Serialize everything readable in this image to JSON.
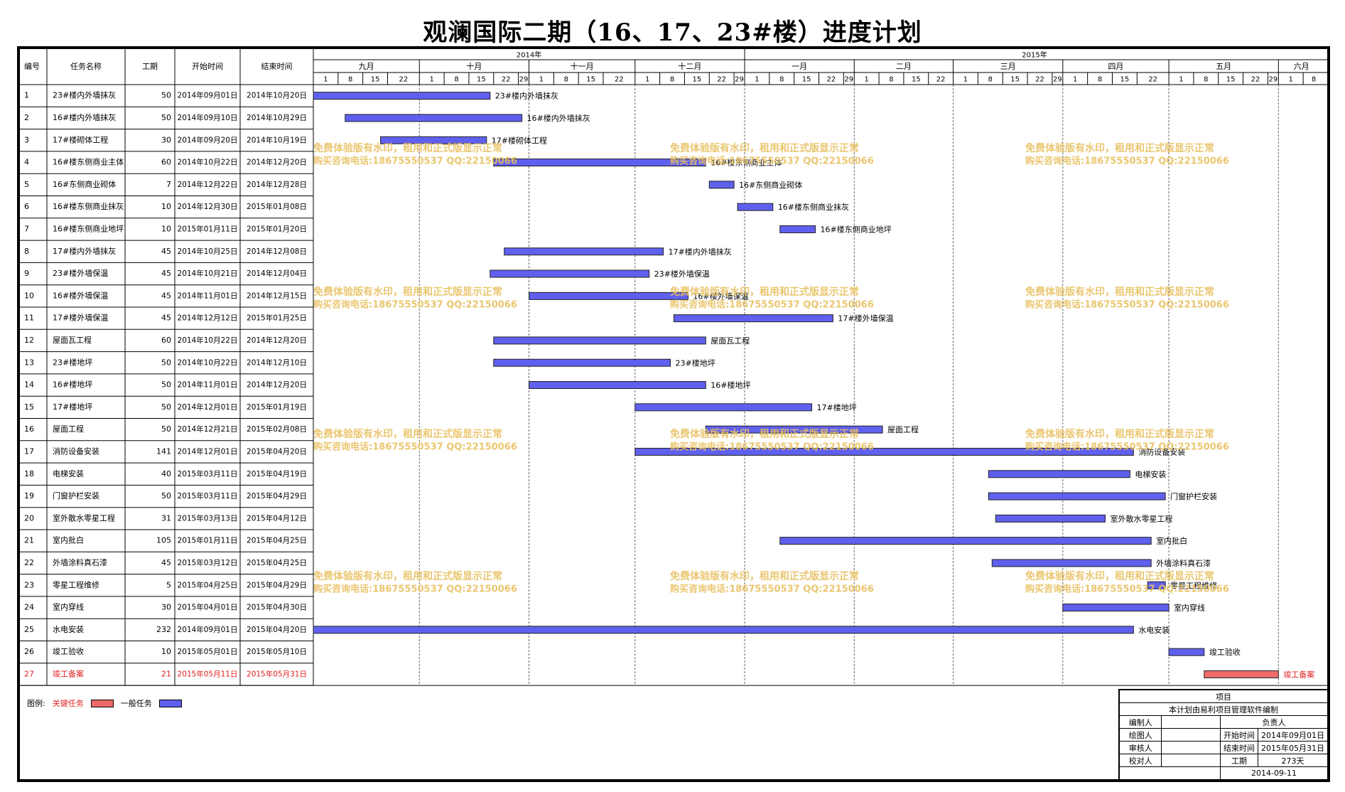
{
  "title": "观澜国际二期（16、17、23#楼）进度计划",
  "table_headers": {
    "no": "编号",
    "name": "任务名称",
    "duration": "工期",
    "start": "开始时间",
    "end": "结束时间"
  },
  "timescale": {
    "years": [
      "2014年",
      "2015年"
    ],
    "months": [
      "九月",
      "十月",
      "十一月",
      "十二月",
      "一月",
      "二月",
      "三月",
      "四月",
      "五月",
      "六月"
    ],
    "days": [
      [
        "1",
        "8",
        "15",
        "22"
      ],
      [
        "1",
        "8",
        "15",
        "22",
        "29"
      ],
      [
        "1",
        "8",
        "15",
        "22"
      ],
      [
        "1",
        "8",
        "15",
        "22",
        "29"
      ],
      [
        "1",
        "8",
        "15",
        "22",
        "29"
      ],
      [
        "1",
        "8",
        "15",
        "22"
      ],
      [
        "1",
        "8",
        "15",
        "22",
        "29"
      ],
      [
        "1",
        "8",
        "15",
        "22"
      ],
      [
        "1",
        "8",
        "15",
        "22",
        "29"
      ],
      [
        "1",
        "8"
      ]
    ]
  },
  "tasks": [
    {
      "no": "1",
      "name": "23#楼内外墙抹灰",
      "duration": "50",
      "start": "2014年09月01日",
      "end": "2014年10月20日",
      "critical": false
    },
    {
      "no": "2",
      "name": "16#楼内外墙抹灰",
      "duration": "50",
      "start": "2014年09月10日",
      "end": "2014年10月29日",
      "critical": false
    },
    {
      "no": "3",
      "name": "17#楼砌体工程",
      "duration": "30",
      "start": "2014年09月20日",
      "end": "2014年10月19日",
      "critical": false
    },
    {
      "no": "4",
      "name": "16#楼东侧商业主体",
      "duration": "60",
      "start": "2014年10月22日",
      "end": "2014年12月20日",
      "critical": false
    },
    {
      "no": "5",
      "name": "16#东侧商业砌体",
      "duration": "7",
      "start": "2014年12月22日",
      "end": "2014年12月28日",
      "critical": false
    },
    {
      "no": "6",
      "name": "16#楼东侧商业抹灰",
      "duration": "10",
      "start": "2014年12月30日",
      "end": "2015年01月08日",
      "critical": false
    },
    {
      "no": "7",
      "name": "16#楼东侧商业地坪",
      "duration": "10",
      "start": "2015年01月11日",
      "end": "2015年01月20日",
      "critical": false
    },
    {
      "no": "8",
      "name": "17#楼内外墙抹灰",
      "duration": "45",
      "start": "2014年10月25日",
      "end": "2014年12月08日",
      "critical": false
    },
    {
      "no": "9",
      "name": "23#楼外墙保温",
      "duration": "45",
      "start": "2014年10月21日",
      "end": "2014年12月04日",
      "critical": false
    },
    {
      "no": "10",
      "name": "16#楼外墙保温",
      "duration": "45",
      "start": "2014年11月01日",
      "end": "2014年12月15日",
      "critical": false
    },
    {
      "no": "11",
      "name": "17#楼外墙保温",
      "duration": "45",
      "start": "2014年12月12日",
      "end": "2015年01月25日",
      "critical": false
    },
    {
      "no": "12",
      "name": "屋面瓦工程",
      "duration": "60",
      "start": "2014年10月22日",
      "end": "2014年12月20日",
      "critical": false
    },
    {
      "no": "13",
      "name": "23#楼地坪",
      "duration": "50",
      "start": "2014年10月22日",
      "end": "2014年12月10日",
      "critical": false
    },
    {
      "no": "14",
      "name": "16#楼地坪",
      "duration": "50",
      "start": "2014年11月01日",
      "end": "2014年12月20日",
      "critical": false
    },
    {
      "no": "15",
      "name": "17#楼地坪",
      "duration": "50",
      "start": "2014年12月01日",
      "end": "2015年01月19日",
      "critical": false
    },
    {
      "no": "16",
      "name": "屋面工程",
      "duration": "50",
      "start": "2014年12月21日",
      "end": "2015年02月08日",
      "critical": false
    },
    {
      "no": "17",
      "name": "消防设备安装",
      "duration": "141",
      "start": "2014年12月01日",
      "end": "2015年04月20日",
      "critical": false
    },
    {
      "no": "18",
      "name": "电梯安装",
      "duration": "40",
      "start": "2015年03月11日",
      "end": "2015年04月19日",
      "critical": false
    },
    {
      "no": "19",
      "name": "门窗护栏安装",
      "duration": "50",
      "start": "2015年03月11日",
      "end": "2015年04月29日",
      "critical": false
    },
    {
      "no": "20",
      "name": "室外散水零星工程",
      "duration": "31",
      "start": "2015年03月13日",
      "end": "2015年04月12日",
      "critical": false
    },
    {
      "no": "21",
      "name": "室内批白",
      "duration": "105",
      "start": "2015年01月11日",
      "end": "2015年04月25日",
      "critical": false
    },
    {
      "no": "22",
      "name": "外墙涂料真石漆",
      "duration": "45",
      "start": "2015年03月12日",
      "end": "2015年04月25日",
      "critical": false
    },
    {
      "no": "23",
      "name": "零星工程维修",
      "duration": "5",
      "start": "2015年04月25日",
      "end": "2015年04月29日",
      "critical": false
    },
    {
      "no": "24",
      "name": "室内穿线",
      "duration": "30",
      "start": "2015年04月01日",
      "end": "2015年04月30日",
      "critical": false
    },
    {
      "no": "25",
      "name": "水电安装",
      "duration": "232",
      "start": "2014年09月01日",
      "end": "2015年04月20日",
      "critical": false
    },
    {
      "no": "26",
      "name": "竣工验收",
      "duration": "10",
      "start": "2015年05月01日",
      "end": "2015年05月10日",
      "critical": false
    },
    {
      "no": "27",
      "name": "竣工备案",
      "duration": "21",
      "start": "2015年05月11日",
      "end": "2015年05月31日",
      "critical": true
    }
  ],
  "watermark": {
    "line1": "免费体验版有水印，租用和正式版显示正常",
    "line2": "购买咨询电话:18675550537 QQ:22150066"
  },
  "legend": {
    "label": "图例:",
    "critical_label": "关键任务",
    "normal_label": "一般任务"
  },
  "colors": {
    "normal_bar": "#6060ee",
    "critical_bar": "#ee6a6a",
    "critical_text": "#e02020",
    "watermark": "#e8c060"
  },
  "info": {
    "project_label": "项目",
    "software_note": "本计划由易利项目管理软件编制",
    "compiler_label": "编制人",
    "owner_label": "负责人",
    "drawer_label": "绘图人",
    "start_label": "开始时间",
    "start_value": "2014年09月01日",
    "reviewer_label": "审核人",
    "end_label": "结束时间",
    "end_value": "2015年05月31日",
    "checker_label": "校对人",
    "duration_label": "工期",
    "duration_value": "273天",
    "date": "2014-09-11"
  },
  "chart_data": {
    "type": "gantt",
    "title": "观澜国际二期（16、17、23#楼）进度计划",
    "x_range": [
      "2014-09-01",
      "2015-06-13"
    ],
    "tasks": [
      {
        "no": 1,
        "name": "23#楼内外墙抹灰",
        "start": "2014-09-01",
        "end": "2014-10-20",
        "duration": 50
      },
      {
        "no": 2,
        "name": "16#楼内外墙抹灰",
        "start": "2014-09-10",
        "end": "2014-10-29",
        "duration": 50
      },
      {
        "no": 3,
        "name": "17#楼砌体工程",
        "start": "2014-09-20",
        "end": "2014-10-19",
        "duration": 30
      },
      {
        "no": 4,
        "name": "16#楼东侧商业主体",
        "start": "2014-10-22",
        "end": "2014-12-20",
        "duration": 60
      },
      {
        "no": 5,
        "name": "16#东侧商业砌体",
        "start": "2014-12-22",
        "end": "2014-12-28",
        "duration": 7
      },
      {
        "no": 6,
        "name": "16#楼东侧商业抹灰",
        "start": "2014-12-30",
        "end": "2015-01-08",
        "duration": 10
      },
      {
        "no": 7,
        "name": "16#楼东侧商业地坪",
        "start": "2015-01-11",
        "end": "2015-01-20",
        "duration": 10
      },
      {
        "no": 8,
        "name": "17#楼内外墙抹灰",
        "start": "2014-10-25",
        "end": "2014-12-08",
        "duration": 45
      },
      {
        "no": 9,
        "name": "23#楼外墙保温",
        "start": "2014-10-21",
        "end": "2014-12-04",
        "duration": 45
      },
      {
        "no": 10,
        "name": "16#楼外墙保温",
        "start": "2014-11-01",
        "end": "2014-12-15",
        "duration": 45
      },
      {
        "no": 11,
        "name": "17#楼外墙保温",
        "start": "2014-12-12",
        "end": "2015-01-25",
        "duration": 45
      },
      {
        "no": 12,
        "name": "屋面瓦工程",
        "start": "2014-10-22",
        "end": "2014-12-20",
        "duration": 60
      },
      {
        "no": 13,
        "name": "23#楼地坪",
        "start": "2014-10-22",
        "end": "2014-12-10",
        "duration": 50
      },
      {
        "no": 14,
        "name": "16#楼地坪",
        "start": "2014-11-01",
        "end": "2014-12-20",
        "duration": 50
      },
      {
        "no": 15,
        "name": "17#楼地坪",
        "start": "2014-12-01",
        "end": "2015-01-19",
        "duration": 50
      },
      {
        "no": 16,
        "name": "屋面工程",
        "start": "2014-12-21",
        "end": "2015-02-08",
        "duration": 50
      },
      {
        "no": 17,
        "name": "消防设备安装",
        "start": "2014-12-01",
        "end": "2015-04-20",
        "duration": 141
      },
      {
        "no": 18,
        "name": "电梯安装",
        "start": "2015-03-11",
        "end": "2015-04-19",
        "duration": 40
      },
      {
        "no": 19,
        "name": "门窗护栏安装",
        "start": "2015-03-11",
        "end": "2015-04-29",
        "duration": 50
      },
      {
        "no": 20,
        "name": "室外散水零星工程",
        "start": "2015-03-13",
        "end": "2015-04-12",
        "duration": 31
      },
      {
        "no": 21,
        "name": "室内批白",
        "start": "2015-01-11",
        "end": "2015-04-25",
        "duration": 105
      },
      {
        "no": 22,
        "name": "外墙涂料真石漆",
        "start": "2015-03-12",
        "end": "2015-04-25",
        "duration": 45
      },
      {
        "no": 23,
        "name": "零星工程维修",
        "start": "2015-04-25",
        "end": "2015-04-29",
        "duration": 5
      },
      {
        "no": 24,
        "name": "室内穿线",
        "start": "2015-04-01",
        "end": "2015-04-30",
        "duration": 30
      },
      {
        "no": 25,
        "name": "水电安装",
        "start": "2014-09-01",
        "end": "2015-04-20",
        "duration": 232
      },
      {
        "no": 26,
        "name": "竣工验收",
        "start": "2015-05-01",
        "end": "2015-05-10",
        "duration": 10
      },
      {
        "no": 27,
        "name": "竣工备案",
        "start": "2015-05-11",
        "end": "2015-05-31",
        "duration": 21,
        "critical": true
      }
    ],
    "grid": true
  }
}
